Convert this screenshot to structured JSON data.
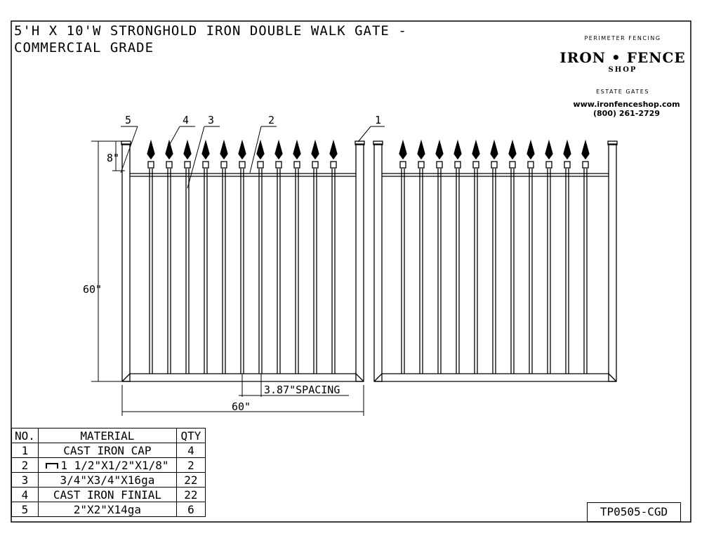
{
  "title": {
    "line1": "5'H X 10'W STRONGHOLD IRON DOUBLE WALK GATE -",
    "line2": "COMMERCIAL GRADE"
  },
  "logo": {
    "arc_top": "PERIMETER FENCING",
    "main": "IRON • FENCE",
    "shop": "SHOP",
    "arc_bottom": "ESTATE GATES"
  },
  "contact": {
    "website": "www.ironfenceshop.com",
    "phone": "(800) 261-2729"
  },
  "dimensions": {
    "finial_height": "8\"",
    "gate_height": "60\"",
    "picket_spacing": "3.87\"SPACING",
    "gate_width": "60\""
  },
  "callouts": [
    "5",
    "4",
    "3",
    "2",
    "1"
  ],
  "bom": {
    "headers": {
      "no": "NO.",
      "material": "MATERIAL",
      "qty": "QTY"
    },
    "rows": [
      {
        "no": "1",
        "material": "CAST IRON CAP",
        "qty": "4"
      },
      {
        "no": "2",
        "material": "1 1/2\"X1/2\"X1/8\"",
        "qty": "2",
        "icon": "channel-icon"
      },
      {
        "no": "3",
        "material": "3/4\"X3/4\"X16ga",
        "qty": "22"
      },
      {
        "no": "4",
        "material": "CAST IRON FINIAL",
        "qty": "22"
      },
      {
        "no": "5",
        "material": "2\"X2\"X14ga",
        "qty": "6"
      }
    ]
  },
  "part_code": "TP0505-CGD"
}
